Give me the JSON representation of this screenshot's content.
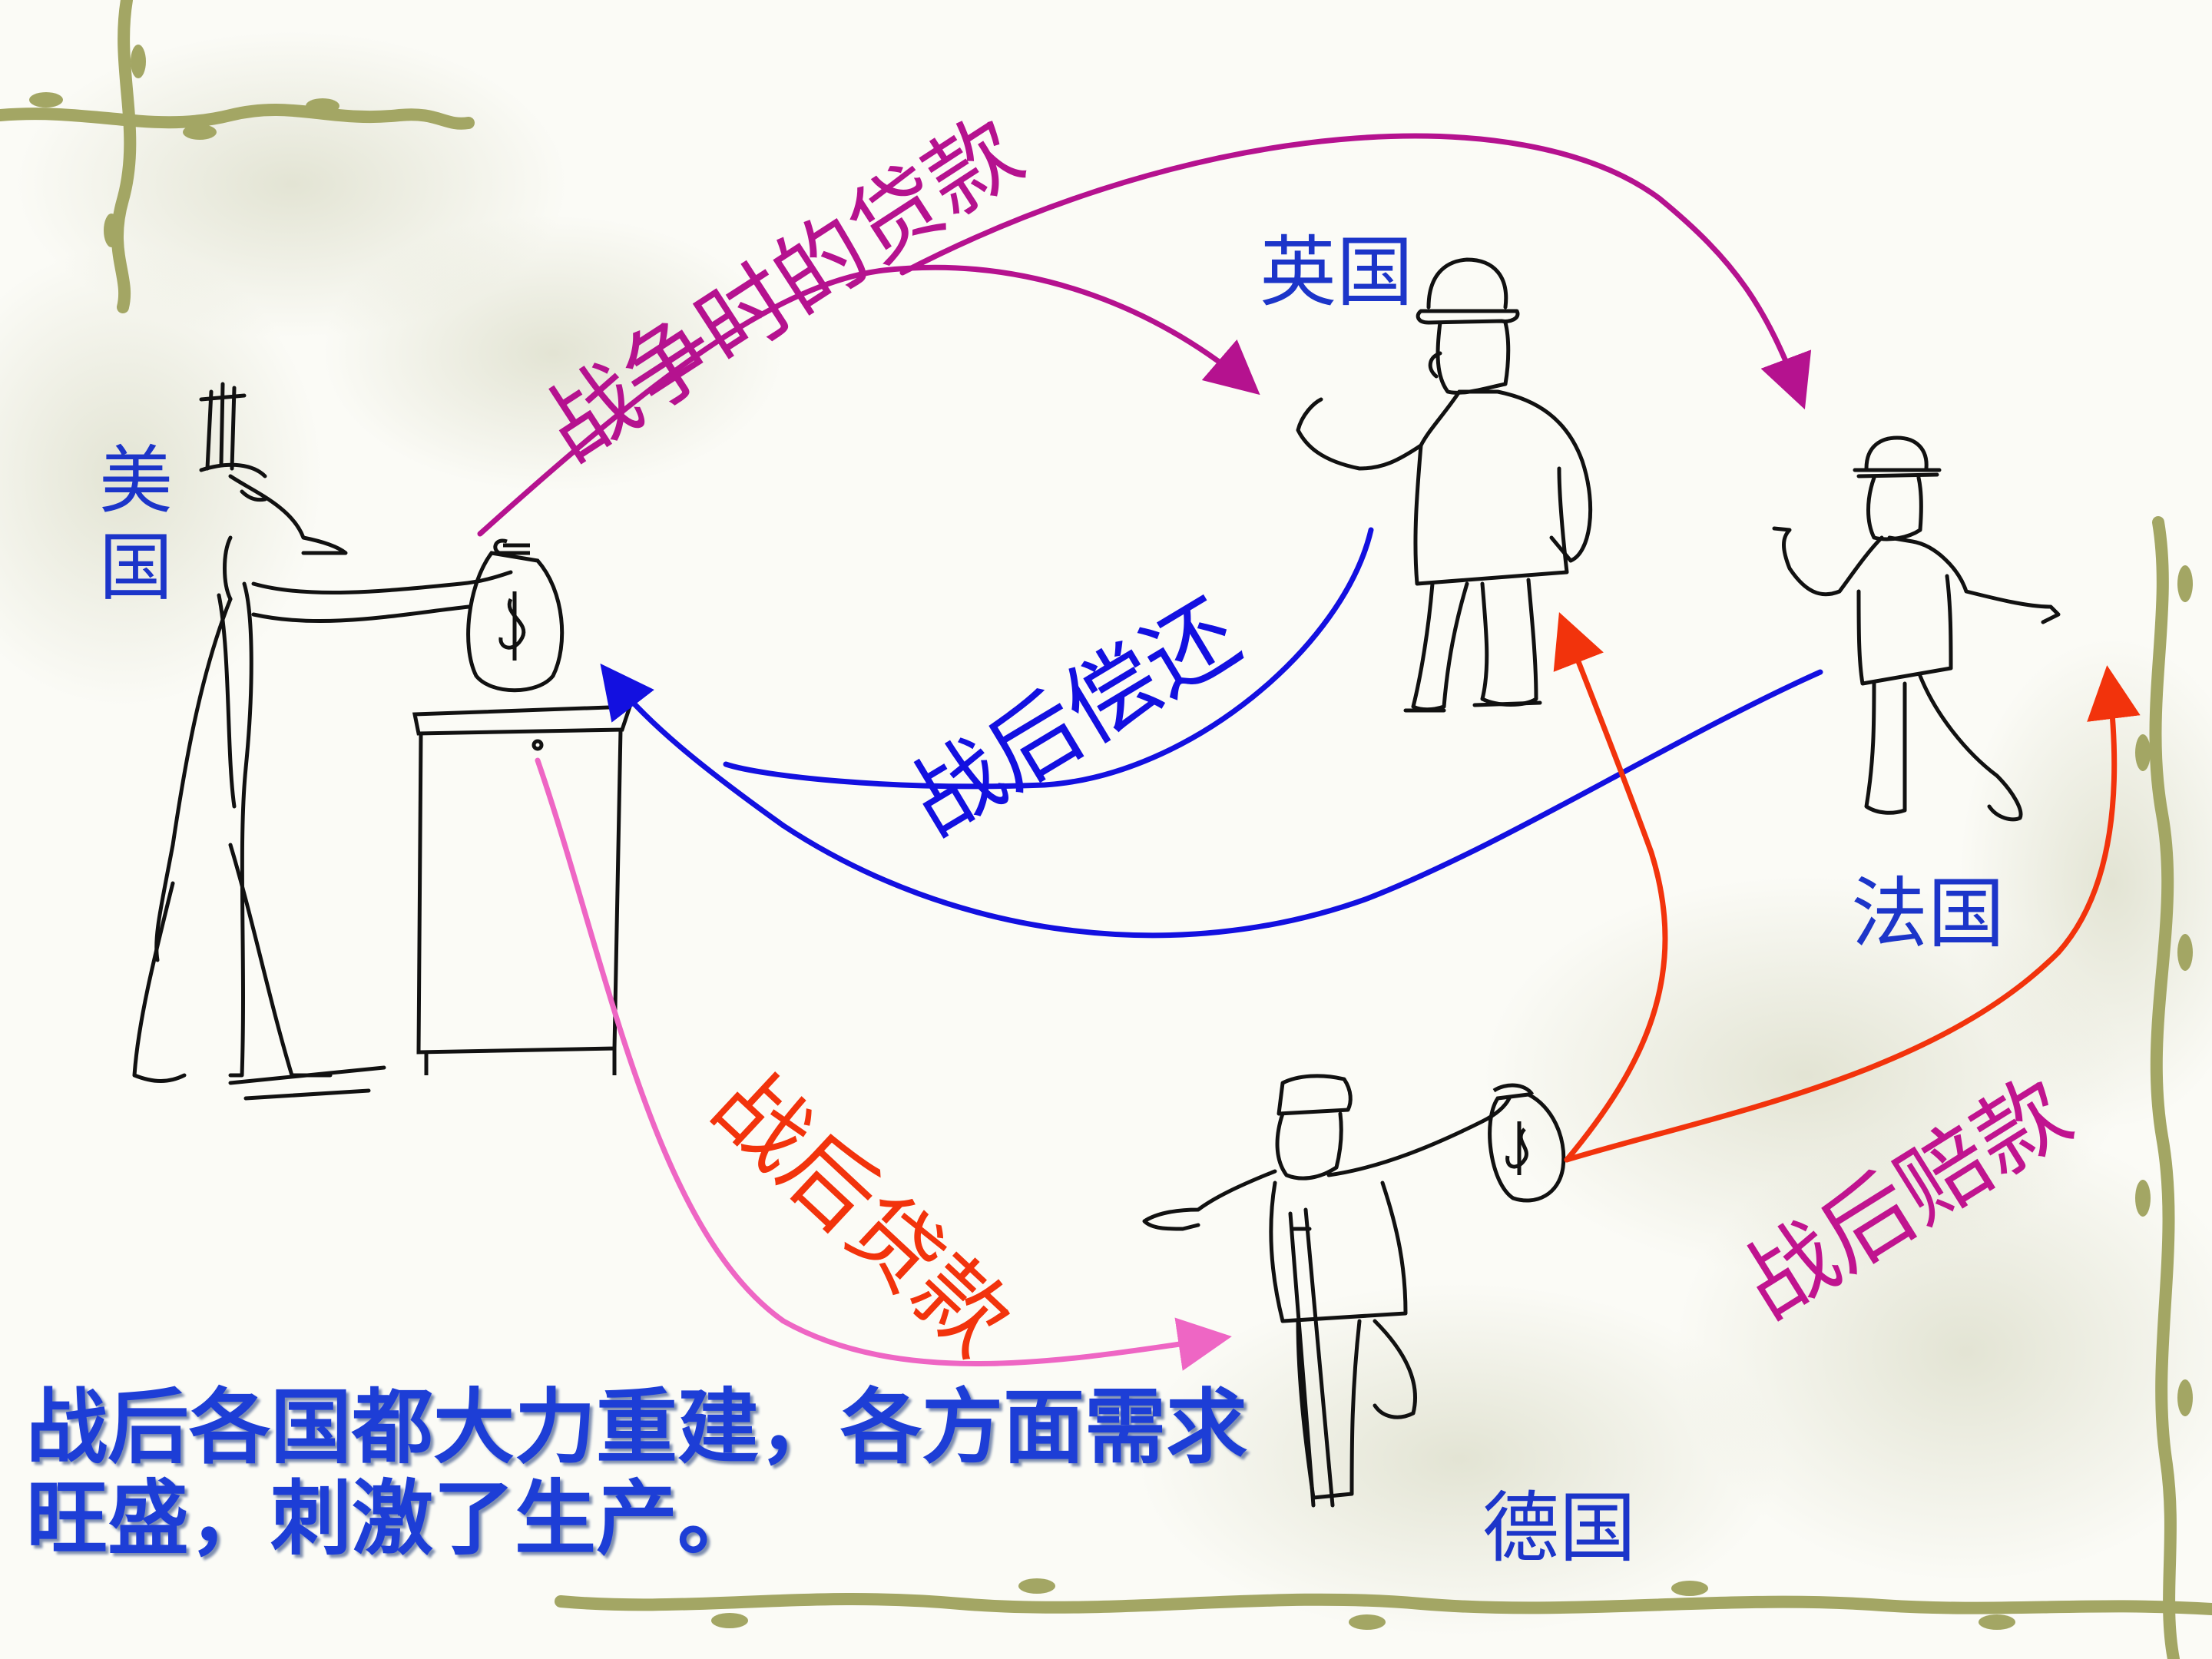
{
  "countries": {
    "usa": "美国",
    "uk": "英国",
    "france": "法国",
    "germany": "德国"
  },
  "flows": {
    "war_loans": {
      "label": "战争时的贷款",
      "color": "#b5128f"
    },
    "postwar_repayment": {
      "label": "战后偿还",
      "color": "#1310e0"
    },
    "postwar_loans": {
      "label": "战后贷款",
      "color": "#f2330c",
      "arrow_color": "#ee66c4"
    },
    "postwar_reparations": {
      "label": "战后赔款",
      "color": "#c0148f",
      "arrow_color": "#f2330c"
    }
  },
  "caption": {
    "line1": "战后各国都大力重建，各方面需求",
    "line2": "旺盛，刺激了生产。"
  },
  "colors": {
    "country_text": "#1c35c9",
    "caption_text": "#1d3ed6",
    "frame_vine": "#a3a664",
    "background": "#fbfbf6"
  }
}
